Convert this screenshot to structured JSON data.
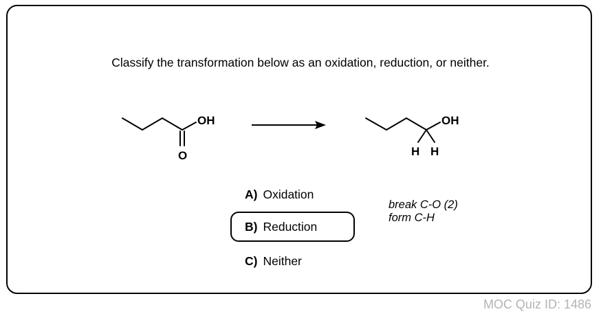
{
  "question": "Classify the transformation below as an oxidation, reduction, or neither.",
  "reactant": {
    "atom_oh": "OH",
    "atom_o": "O"
  },
  "product": {
    "atom_oh": "OH",
    "atom_h1": "H",
    "atom_h2": "H"
  },
  "choices": [
    {
      "letter": "A)",
      "label": "Oxidation",
      "selected": false
    },
    {
      "letter": "B)",
      "label": "Reduction",
      "selected": true
    },
    {
      "letter": "C)",
      "label": "Neither",
      "selected": false
    }
  ],
  "notes": [
    "break C-O (2)",
    "form C-H"
  ],
  "footer": {
    "quiz_id": "MOC Quiz ID: 1486"
  }
}
